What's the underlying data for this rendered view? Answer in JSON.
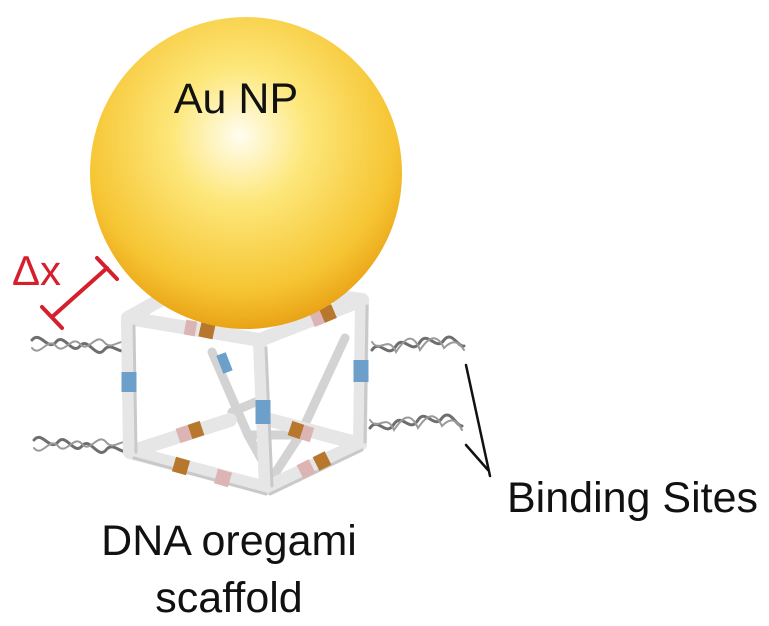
{
  "labels": {
    "particle": "Au NP",
    "delta": "Δx",
    "binding_sites": "Binding Sites",
    "scaffold_line1": "DNA oregami",
    "scaffold_line2": "scaffold"
  },
  "colors": {
    "gold_center": "#fffbe6",
    "gold_mid": "#fcd84a",
    "gold_edge": "#e9a316",
    "frame": "#e6e6e6",
    "frame_dark": "#bdbdbd",
    "blue_band": "#6c9fc9",
    "brown_band": "#b7782e",
    "pink_band": "#dcb4b4",
    "dna_strand": "#6e6e6e",
    "delta_red": "#d61f2c",
    "line": "#111111"
  }
}
